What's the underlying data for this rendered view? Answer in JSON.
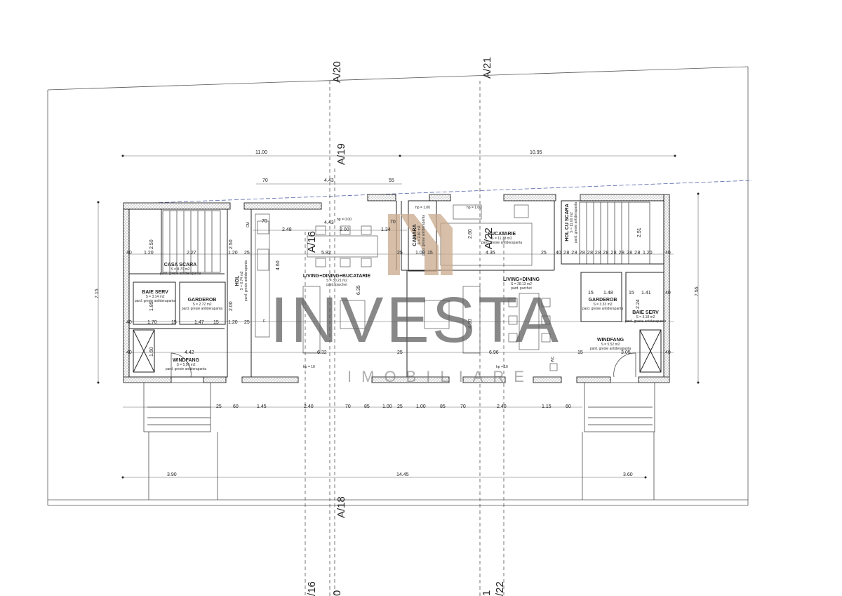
{
  "watermark": {
    "brand": "INVESTA",
    "subtitle": "IMOBILIARE",
    "logo_color": "#c9a98c",
    "text_color": "#5a5a5a"
  },
  "axes": {
    "top": [
      "A/20",
      "A/21",
      "A/19"
    ],
    "inner": [
      "A/16",
      "A/22"
    ],
    "bottom": [
      "A/18",
      "/16",
      "0",
      "1",
      "/22"
    ]
  },
  "dimensions": {
    "overall_top": [
      "11.00",
      "10.95"
    ],
    "upper_row": [
      "70",
      "4.43",
      "55"
    ],
    "overall_bottom": [
      "3.90",
      "14.45",
      "3.60"
    ],
    "bottom_row_left": [
      "25",
      "60",
      "1.45",
      "2.40",
      "70",
      "85",
      "1.00",
      "25"
    ],
    "bottom_row_right": [
      "1.00",
      "85",
      "70",
      "2.40",
      "1.15",
      "60"
    ],
    "left_height": "7.15",
    "right_height": "7.55",
    "kitchen_row": [
      "70",
      "2.48",
      "4.43",
      "2.00",
      "1.34",
      "70"
    ],
    "middle_row_left": [
      "40",
      "1.20",
      "2.27",
      "1.20",
      "25",
      "5.82"
    ],
    "middle_row_right": [
      "25",
      "1.00",
      "15",
      "4.35",
      "25",
      "40",
      "28",
      "28",
      "28",
      "28",
      "28",
      "28",
      "28",
      "28",
      "28",
      "28",
      "1.20",
      "40"
    ],
    "lower_row_left": [
      "40",
      "1.70",
      "15",
      "1.47",
      "15",
      "1.20",
      "25"
    ],
    "lower_row_right": [
      "15",
      "1.48",
      "15",
      "1.41",
      "40"
    ],
    "entry_row_left": [
      "40",
      "4.42",
      "1.60",
      "6.32"
    ],
    "entry_row_right": [
      "25",
      "6.96",
      "15",
      "3.05",
      "40"
    ],
    "verticals": [
      "2.50",
      "2.50",
      "1.85",
      "2.00",
      "1.60",
      "4.60",
      "6.35",
      "4.00",
      "2.60",
      "2.51",
      "2.24",
      "1.60"
    ],
    "wall_thickness": [
      "40",
      "25",
      "15"
    ],
    "sill_heights": [
      "hp = 0.00",
      "hp = 1.00",
      "hp = 1.00",
      "hp = 10",
      "hp = 10"
    ]
  },
  "rooms": [
    {
      "name": "CASA SCARA",
      "area": "S = 8.70 m2",
      "floor": "pard. gresie antiderapanta"
    },
    {
      "name": "BAIE SERV",
      "area": "S = 3.14 m2",
      "floor": "pard. gresie antiderapanta"
    },
    {
      "name": "GARDEROB",
      "area": "S = 2.72 m2",
      "floor": "pard. gresie antiderapanta"
    },
    {
      "name": "HOL",
      "area": "S = 6.74 m2",
      "floor": "pard. gresie antiderapanta"
    },
    {
      "name": "WINDFANG",
      "area": "S = 5.56 m2",
      "floor": "pard. gresie antiderapanta"
    },
    {
      "name": "LIVING+DINING+BUCATARIE",
      "area": "S = 30.21 m2",
      "floor": "pard. parchet"
    },
    {
      "name": "CAMARA",
      "area": "S = 2.60 m2",
      "floor": "pard. gresie antiderapanta"
    },
    {
      "name": "BUCATARIE",
      "area": "S = 11.38 m2",
      "floor": "pard. gresie antiderapanta"
    },
    {
      "name": "HOL CU SCARA",
      "area": "S = 11.00 m2",
      "floor": "pard. gresie antiderapanta"
    },
    {
      "name": "LIVING+DINING",
      "area": "S = 28.13 m2",
      "floor": "pard. parchet"
    },
    {
      "name": "GARDEROB",
      "area": "S = 3.33 m2",
      "floor": "pard. gresie antiderapanta"
    },
    {
      "name": "BAIE SERV",
      "area": "S = 3.18 m2",
      "floor": "pard. gresie antiderapanta"
    },
    {
      "name": "WINDFANG",
      "area": "S = 5.52 m2",
      "floor": "pard. gresie antiderapanta"
    }
  ],
  "fixtures": {
    "fridge": "F",
    "boiler": "CM",
    "wc": "WC"
  }
}
